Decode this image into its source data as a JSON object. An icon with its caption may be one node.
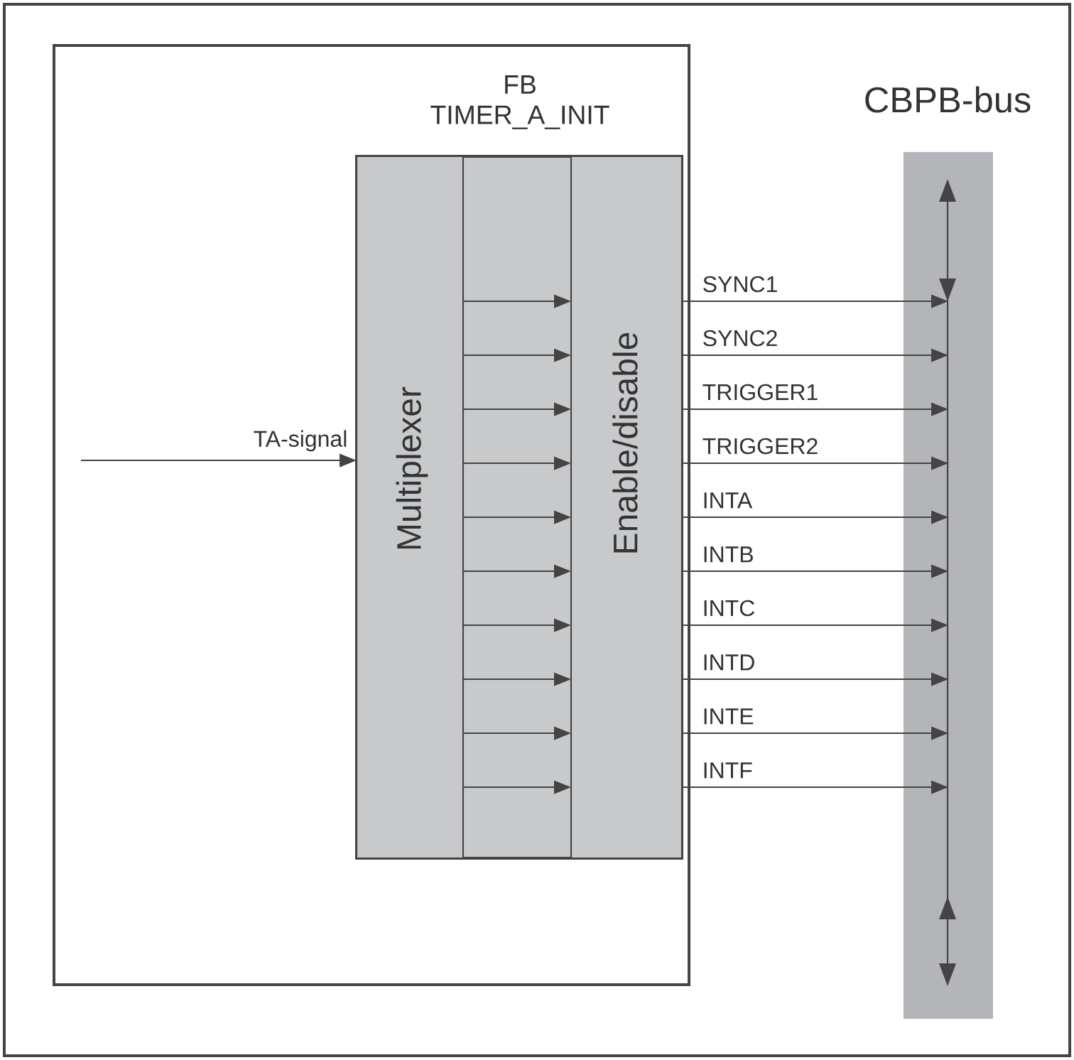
{
  "diagram": {
    "nodes": [
      {
        "text": [],
        "shape": "box"
      },
      {
        "text": [
          "FB TIMER_A_INIT"
        ],
        "in": 0
      },
      {
        "text": [
          "Multiplexer"
        ],
        "in": 1
      },
      {
        "text": [
          "Enable/disable"
        ],
        "in": 1
      },
      {
        "text": [
          "CBPB-bus"
        ]
      }
    ],
    "edges": [
      {
        "from": null,
        "to": 2,
        "arrow": "to",
        "label": "TA-signal"
      },
      {
        "from": 2,
        "to": 3,
        "arrow": "to"
      },
      {
        "from": 2,
        "to": 3,
        "arrow": "to"
      },
      {
        "from": 2,
        "to": 3,
        "arrow": "to"
      },
      {
        "from": 2,
        "to": 3,
        "arrow": "to"
      },
      {
        "from": 2,
        "to": 3,
        "arrow": "to"
      },
      {
        "from": 2,
        "to": 3,
        "arrow": "to"
      },
      {
        "from": 2,
        "to": 3,
        "arrow": "to"
      },
      {
        "from": 2,
        "to": 3,
        "arrow": "to"
      },
      {
        "from": 2,
        "to": 3,
        "arrow": "to"
      },
      {
        "from": 2,
        "to": 3,
        "arrow": "to"
      },
      {
        "from": 3,
        "to": 4,
        "arrow": "to",
        "label": "SYNC1"
      },
      {
        "from": 3,
        "to": 4,
        "arrow": "to",
        "label": "SYNC2"
      },
      {
        "from": 3,
        "to": 4,
        "arrow": "to",
        "label": "TRIGGER1"
      },
      {
        "from": 3,
        "to": 4,
        "arrow": "to",
        "label": "TRIGGER2"
      },
      {
        "from": 3,
        "to": 4,
        "arrow": "to",
        "label": "INTA"
      },
      {
        "from": 3,
        "to": 4,
        "arrow": "to",
        "label": "INTB"
      },
      {
        "from": 3,
        "to": 4,
        "arrow": "to",
        "label": "INTC"
      },
      {
        "from": 3,
        "to": 4,
        "arrow": "to",
        "label": "INTD"
      },
      {
        "from": 3,
        "to": 4,
        "arrow": "to",
        "label": "INTE"
      },
      {
        "from": 3,
        "to": 4,
        "arrow": "to",
        "label": "INTF"
      }
    ]
  }
}
